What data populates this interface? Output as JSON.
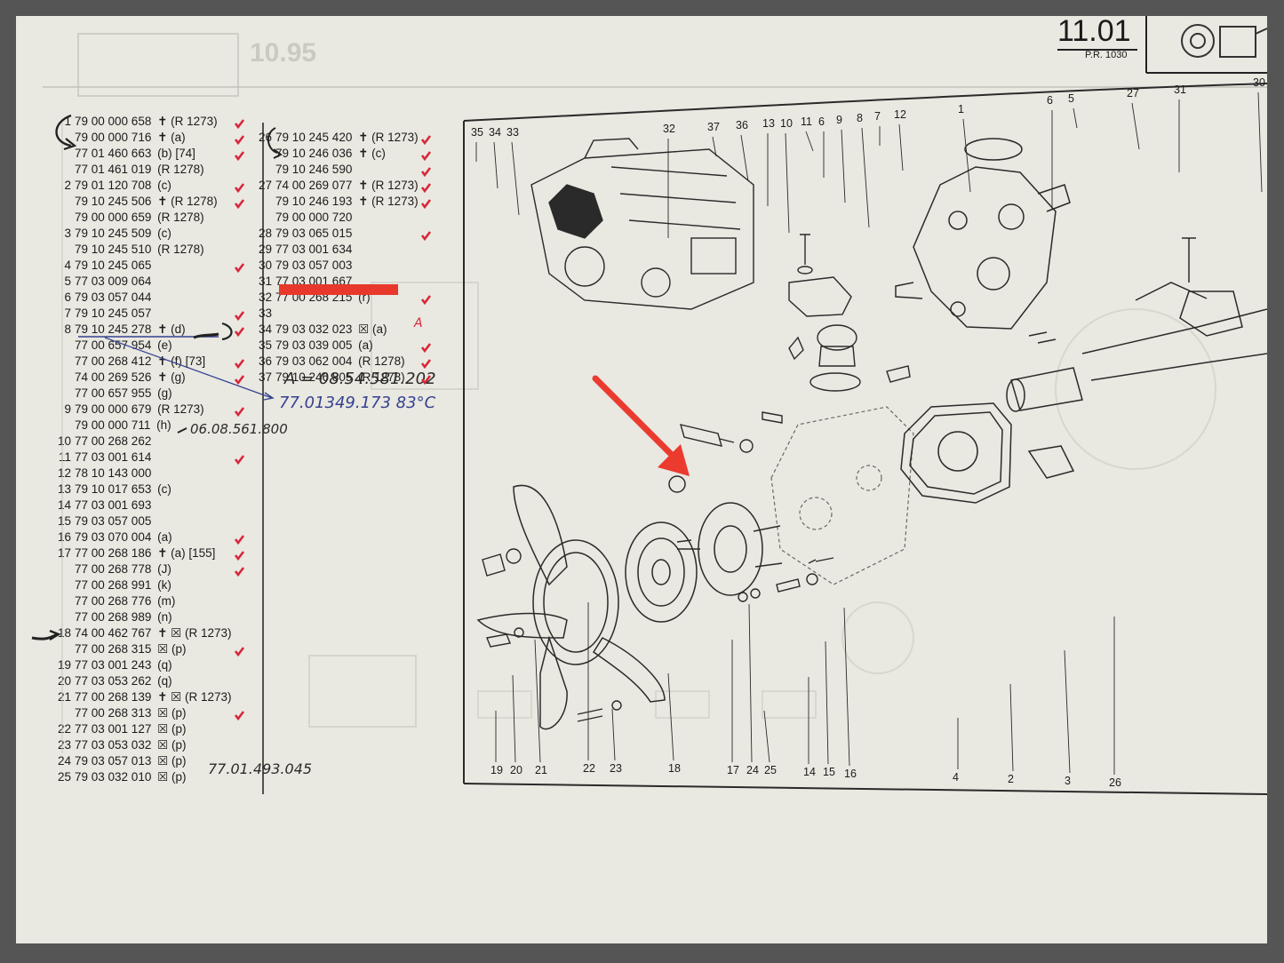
{
  "header": {
    "page_number": "11.01",
    "ref": "P.R. 1030",
    "faded_page": "10.95"
  },
  "parts_left": [
    {
      "num": "1",
      "ref": "79 00 000 658",
      "note": "✝ (R 1273)"
    },
    {
      "num": "",
      "ref": "79 00 000 716",
      "note": "✝ (a)"
    },
    {
      "num": "",
      "ref": "77 01 460 663",
      "note": "(b)  [74]"
    },
    {
      "num": "",
      "ref": "77 01 461 019",
      "note": "(R 1278)"
    },
    {
      "num": "2",
      "ref": "79 01 120 708",
      "note": "(c)"
    },
    {
      "num": "",
      "ref": "79 10 245 506",
      "note": "✝ (R 1278)"
    },
    {
      "num": "",
      "ref": "79 00 000 659",
      "note": "(R 1278)"
    },
    {
      "num": "3",
      "ref": "79 10 245 509",
      "note": "(c)"
    },
    {
      "num": "",
      "ref": "79 10 245 510",
      "note": "(R 1278)"
    },
    {
      "num": "4",
      "ref": "79 10 245 065",
      "note": ""
    },
    {
      "num": "5",
      "ref": "77 03 009 064",
      "note": ""
    },
    {
      "num": "6",
      "ref": "79 03 057 044",
      "note": ""
    },
    {
      "num": "7",
      "ref": "79 10 245 057",
      "note": ""
    },
    {
      "num": "8",
      "ref": "79 10 245 278",
      "note": "✝ (d)"
    },
    {
      "num": "",
      "ref": "77 00 657 954",
      "note": "(e)"
    },
    {
      "num": "",
      "ref": "77 00 268 412",
      "note": "✝ (f)  [73]"
    },
    {
      "num": "",
      "ref": "74 00 269 526",
      "note": "✝ (g)"
    },
    {
      "num": "",
      "ref": "77 00 657 955",
      "note": "(g)"
    },
    {
      "num": "9",
      "ref": "79 00 000 679",
      "note": "(R 1273)"
    },
    {
      "num": "",
      "ref": "79 00 000 711",
      "note": "(h)"
    },
    {
      "num": "10",
      "ref": "77 00 268 262",
      "note": ""
    },
    {
      "num": "11",
      "ref": "77 03 001 614",
      "note": ""
    },
    {
      "num": "12",
      "ref": "78 10 143 000",
      "note": ""
    },
    {
      "num": "13",
      "ref": "79 10 017 653",
      "note": "(c)"
    },
    {
      "num": "14",
      "ref": "77 03 001 693",
      "note": ""
    },
    {
      "num": "15",
      "ref": "79 03 057 005",
      "note": ""
    },
    {
      "num": "16",
      "ref": "79 03 070 004",
      "note": "(a)"
    },
    {
      "num": "17",
      "ref": "77 00 268 186",
      "note": "✝ (a)  [155]"
    },
    {
      "num": "",
      "ref": "77 00 268 778",
      "note": "(J)"
    },
    {
      "num": "",
      "ref": "77 00 268 991",
      "note": "(k)"
    },
    {
      "num": "",
      "ref": "77 00 268 776",
      "note": "(m)"
    },
    {
      "num": "",
      "ref": "77 00 268 989",
      "note": "(n)"
    },
    {
      "num": "18",
      "ref": "74 00 462 767",
      "note": "✝ ☒ (R 1273)"
    },
    {
      "num": "",
      "ref": "77 00 268 315",
      "note": "☒ (p)"
    },
    {
      "num": "19",
      "ref": "77 03 001 243",
      "note": "(q)"
    },
    {
      "num": "20",
      "ref": "77 03 053 262",
      "note": "(q)"
    },
    {
      "num": "21",
      "ref": "77 00 268 139",
      "note": "✝ ☒ (R 1273)"
    },
    {
      "num": "",
      "ref": "77 00 268 313",
      "note": "☒ (p)"
    },
    {
      "num": "22",
      "ref": "77 03 001 127",
      "note": "☒ (p)"
    },
    {
      "num": "23",
      "ref": "77 03 053 032",
      "note": "☒ (p)"
    },
    {
      "num": "24",
      "ref": "79 03 057 013",
      "note": "☒ (p)"
    },
    {
      "num": "25",
      "ref": "79 03 032 010",
      "note": "☒ (p)"
    }
  ],
  "parts_right": [
    {
      "num": "26",
      "ref": "79 10 245 420",
      "note": "✝ (R 1273)"
    },
    {
      "num": "",
      "ref": "79 10 246 036",
      "note": "✝ (c)"
    },
    {
      "num": "",
      "ref": "79 10 246 590",
      "note": ""
    },
    {
      "num": "27",
      "ref": "74 00 269 077",
      "note": "✝ (R 1273)"
    },
    {
      "num": "",
      "ref": "79 10 246 193",
      "note": "✝ (R 1273)"
    },
    {
      "num": "",
      "ref": "79 00 000 720",
      "note": ""
    },
    {
      "num": "28",
      "ref": "79 03 065 015",
      "note": ""
    },
    {
      "num": "29",
      "ref": "77 03 001 634",
      "note": ""
    },
    {
      "num": "30",
      "ref": "79 03 057 003",
      "note": ""
    },
    {
      "num": "31",
      "ref": "77 03 001 667",
      "note": ""
    },
    {
      "num": "32",
      "ref": "77 00 268 215",
      "note": "(r)"
    },
    {
      "num": "33",
      "ref": "",
      "note": ""
    },
    {
      "num": "34",
      "ref": "79 03 032 023",
      "note": "☒ (a)"
    },
    {
      "num": "35",
      "ref": "79 03 039 005",
      "note": "(a)"
    },
    {
      "num": "36",
      "ref": "79 03 062 004",
      "note": "(R 1278)"
    },
    {
      "num": "37",
      "ref": "79 10 246 805",
      "note": "(R 1278)"
    }
  ],
  "handwritten": {
    "note_a": "A = 08.54.581.202",
    "note_blue": "77.01349.173  83°C",
    "note_10": "06.08.561.800",
    "note_25": "77.01.493.045",
    "mark_35": "A"
  },
  "diagram": {
    "top_callouts": [
      "35",
      "34",
      "33",
      "32",
      "37",
      "36",
      "13",
      "10",
      "11",
      "6",
      "9",
      "8",
      "7",
      "12",
      "1",
      "6",
      "5",
      "27",
      "31",
      "30"
    ],
    "bottom_callouts": [
      "19",
      "20",
      "21",
      "22",
      "23",
      "18",
      "17",
      "24",
      "25",
      "14",
      "15",
      "16",
      "4",
      "2",
      "3",
      "26"
    ]
  },
  "colors": {
    "paper": "#e9e8e1",
    "frame": "#555555",
    "check_mark": "#d6283a",
    "redaction": "#e8382c",
    "arrow": "#ea3b2e",
    "blue_ink": "#35418f"
  }
}
